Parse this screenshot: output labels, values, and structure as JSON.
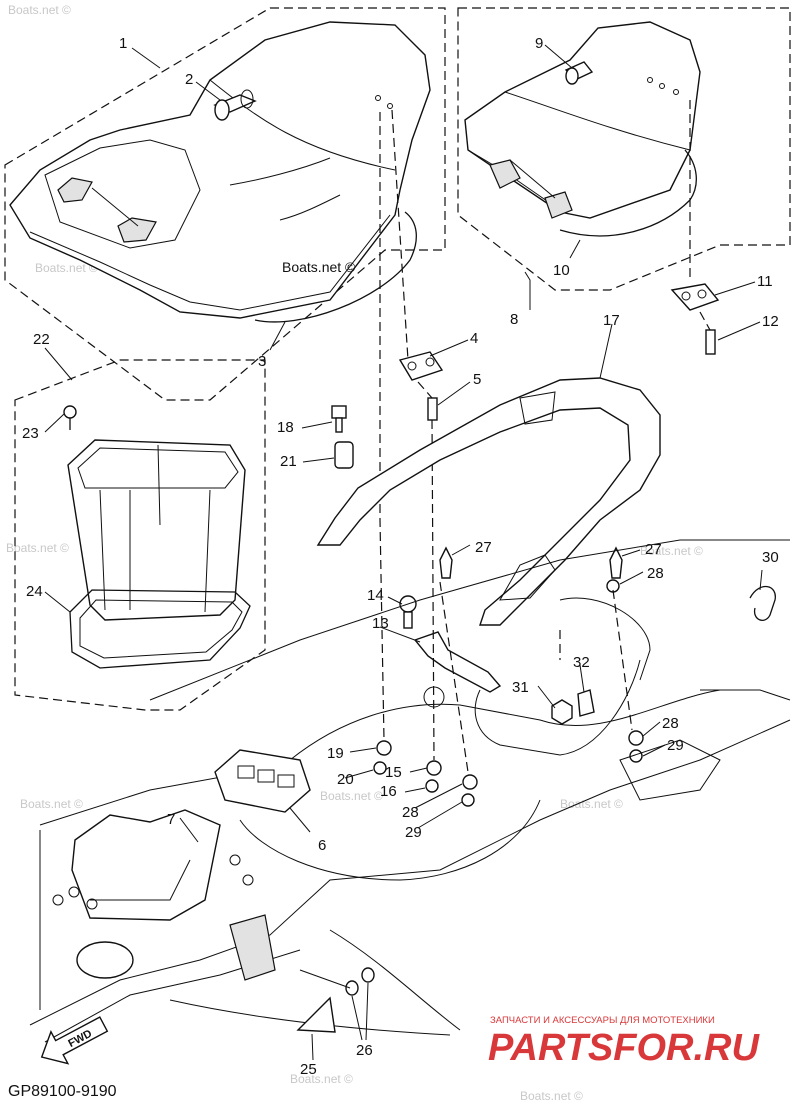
{
  "diagram": {
    "code": "GP89100-9190",
    "fwd_label": "FWD",
    "copyright_label": "Boats.net ©",
    "watermark": "Boats.net ©",
    "brand": {
      "tagline": "ЗАПЧАСТИ И АКСЕССУАРЫ ДЛЯ МОТОТЕХНИКИ",
      "logo": "PARTSFOR.RU",
      "color": "#d9383a"
    },
    "callouts": [
      "1",
      "2",
      "3",
      "4",
      "5",
      "6",
      "7",
      "8",
      "9",
      "10",
      "11",
      "12",
      "13",
      "14",
      "15",
      "16",
      "17",
      "18",
      "19",
      "20",
      "21",
      "22",
      "23",
      "24",
      "25",
      "26",
      "27",
      "27",
      "28",
      "28",
      "28",
      "29",
      "29",
      "30",
      "31",
      "32"
    ]
  }
}
